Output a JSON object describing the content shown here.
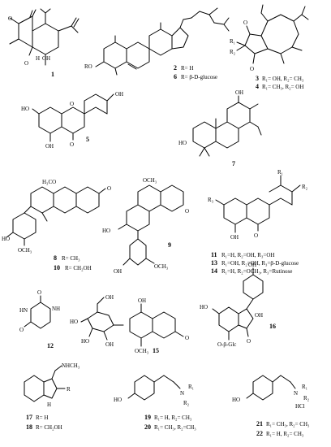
{
  "figure": {
    "compounds": [
      {
        "id": "c1",
        "number": "1",
        "captions": []
      },
      {
        "id": "c2",
        "number": "2",
        "captions": [
          "R= H"
        ]
      },
      {
        "id": "c6",
        "number": "6",
        "captions": [
          "R= β-D-glucose"
        ]
      },
      {
        "id": "c3",
        "number": "3",
        "captions": [
          "R₁= OH, R₂= CH₃"
        ]
      },
      {
        "id": "c4",
        "number": "4",
        "captions": [
          "R₁= CH₃, R₂= OH"
        ]
      },
      {
        "id": "c5",
        "number": "5",
        "captions": []
      },
      {
        "id": "c7",
        "number": "7",
        "captions": []
      },
      {
        "id": "c8",
        "number": "8",
        "captions": [
          "R= CH₃"
        ]
      },
      {
        "id": "c10",
        "number": "10",
        "captions": [
          "R= CH₂OH"
        ]
      },
      {
        "id": "c9",
        "number": "9",
        "captions": []
      },
      {
        "id": "c11",
        "number": "11",
        "captions": [
          "R₁=H, R₂=OH, R₃=OH"
        ]
      },
      {
        "id": "c13",
        "number": "13",
        "captions": [
          "R₁=OH, R₂=OH, R₃=β-D-glucose"
        ]
      },
      {
        "id": "c14",
        "number": "14",
        "captions": [
          "R₁=H, R₂=OCH₃, R₃=Rutinose"
        ]
      },
      {
        "id": "c12",
        "number": "12",
        "captions": []
      },
      {
        "id": "c15",
        "number": "15",
        "captions": []
      },
      {
        "id": "c16",
        "number": "16",
        "captions": []
      },
      {
        "id": "c17",
        "number": "17",
        "captions": [
          "R= H"
        ]
      },
      {
        "id": "c18",
        "number": "18",
        "captions": [
          "R= CH₂OH"
        ]
      },
      {
        "id": "c19",
        "number": "19",
        "captions": [
          "R₁= H,   R₂= CH₃"
        ]
      },
      {
        "id": "c20",
        "number": "20",
        "captions": [
          "R₁= CH₃,  R₂=CH₃"
        ]
      },
      {
        "id": "c21",
        "number": "21",
        "captions": [
          "R₁= CH₃,  R₂= CH₃"
        ]
      },
      {
        "id": "c22",
        "number": "22",
        "captions": [
          "R₁= H,   R₂= CH₃"
        ]
      }
    ],
    "atoms": {
      "O": "O",
      "OH": "OH",
      "HO": "HO",
      "RO": "RO",
      "H3CO": "H₃CO",
      "OCH3": "OCH₃",
      "R": "R",
      "R1": "R₁",
      "R2": "R₂",
      "R3": "R₃",
      "HN": "HN",
      "NH": "NH",
      "H": "H",
      "N": "N",
      "NHCH3": "NHCH₃",
      "HCl": "HCl",
      "OBGlc": "O-β-Glc"
    }
  }
}
